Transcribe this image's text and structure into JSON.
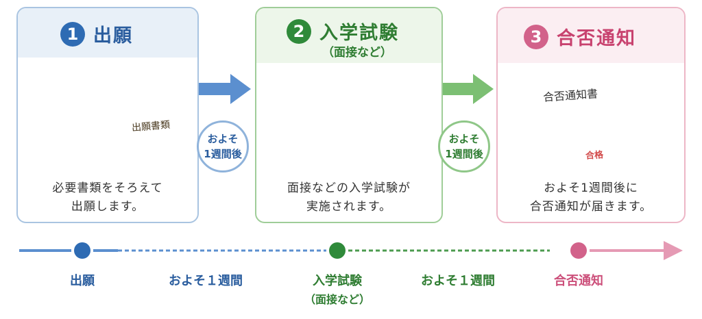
{
  "steps": [
    {
      "number": "1",
      "title": "出願",
      "subtitle": "",
      "desc_line1": "必要書類をそろえて",
      "desc_line2": "出願します。",
      "doc_label": "出願書類"
    },
    {
      "number": "2",
      "title": "入学試験",
      "subtitle": "（面接など）",
      "desc_line1": "面接などの入学試験が",
      "desc_line2": "実施されます。"
    },
    {
      "number": "3",
      "title": "合否通知",
      "subtitle": "",
      "desc_line1": "およそ1週間後に",
      "desc_line2": "合否通知が届きます。",
      "doc_label": "合否通知書",
      "stamp": "合格"
    }
  ],
  "intervals": [
    {
      "line1": "およそ",
      "line2": "1週間後"
    },
    {
      "line1": "およそ",
      "line2": "1週間後"
    }
  ],
  "timeline": {
    "labels": [
      "出願",
      "およそ１週間",
      "入学試験",
      "およそ１週間",
      "合否通知"
    ],
    "sublabel": "（面接など）"
  },
  "colors": {
    "blue": "#2a5d9e",
    "green": "#2f8a3a",
    "pink": "#cc4f7a"
  }
}
